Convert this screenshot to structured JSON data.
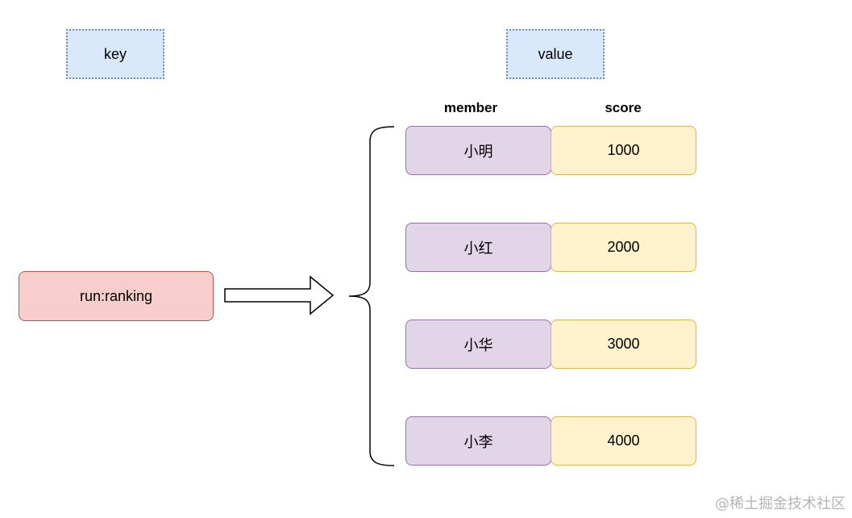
{
  "labels": {
    "key": "key",
    "value": "value"
  },
  "key_name": "run:ranking",
  "columns": {
    "member": "member",
    "score": "score"
  },
  "entries": [
    {
      "member": "小明",
      "score": "1000"
    },
    {
      "member": "小红",
      "score": "2000"
    },
    {
      "member": "小华",
      "score": "3000"
    },
    {
      "member": "小李",
      "score": "4000"
    }
  ],
  "watermark": "@稀土掘金技术社区",
  "colors": {
    "label_fill": "#dae8fc",
    "key_fill": "#f8cecc",
    "member_fill": "#e1d5e7",
    "score_fill": "#fff2cc"
  }
}
